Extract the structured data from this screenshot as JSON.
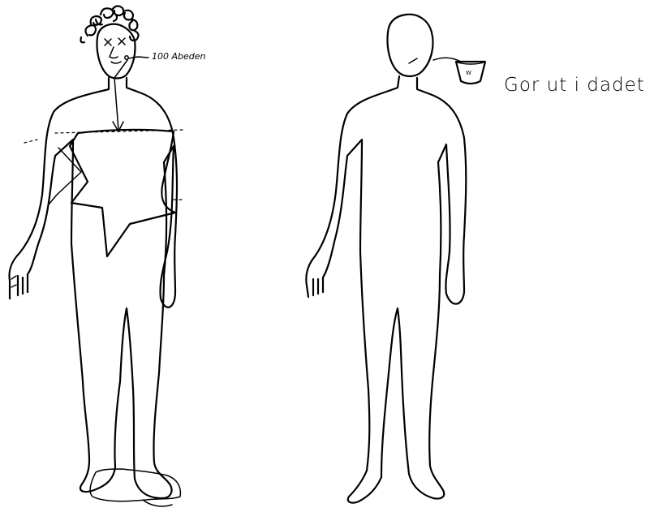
{
  "figures": {
    "left": {
      "annotation": "100 Abeden"
    },
    "right": {
      "cup_label": "W",
      "annotation": "Gor ut i dadet"
    }
  },
  "colors": {
    "ink": "#000000",
    "paper": "#ffffff"
  }
}
